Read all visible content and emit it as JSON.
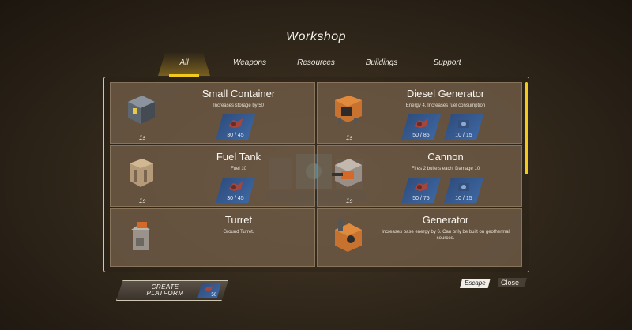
{
  "title": "Workshop",
  "tabs": [
    {
      "label": "All",
      "active": true
    },
    {
      "label": "Weapons"
    },
    {
      "label": "Resources"
    },
    {
      "label": "Buildings"
    },
    {
      "label": "Support"
    }
  ],
  "cards": [
    {
      "name": "Small Container",
      "desc": "Increases storage by 50",
      "time": "1s",
      "icon": "container-icon",
      "resources": [
        {
          "icon": "scrap-icon",
          "count": "30 / 45"
        }
      ]
    },
    {
      "name": "Diesel Generator",
      "desc": "Energy 4. Increases fuel consumption",
      "time": "1s",
      "icon": "diesel-generator-icon",
      "resources": [
        {
          "icon": "scrap-icon",
          "count": "50 / 85"
        },
        {
          "icon": "parts-icon",
          "count": "10 / 15"
        }
      ]
    },
    {
      "name": "Fuel Tank",
      "desc": "Fuel 10",
      "time": "1s",
      "icon": "fuel-tank-icon",
      "resources": [
        {
          "icon": "scrap-icon",
          "count": "30 / 45"
        }
      ]
    },
    {
      "name": "Cannon",
      "desc": "Fires 2 bullets each. Damage 10",
      "time": "1s",
      "icon": "cannon-icon",
      "resources": [
        {
          "icon": "scrap-icon",
          "count": "50 / 75"
        },
        {
          "icon": "parts-icon",
          "count": "10 / 15"
        }
      ]
    },
    {
      "name": "Turret",
      "desc": "Ground Turret.",
      "time": "",
      "icon": "turret-icon",
      "resources": []
    },
    {
      "name": "Generator",
      "desc": "Increases base energy by 6. Can only be built on geothermal sources.",
      "time": "",
      "icon": "generator-icon",
      "resources": []
    }
  ],
  "create_button": {
    "label": "CREATE PLATFORM",
    "cost": "50"
  },
  "escape_key": "Escape",
  "close_label": "Close",
  "colors": {
    "accent": "#f3c91d",
    "resource_badge": "#3f6aa6",
    "card": "#78644e"
  }
}
